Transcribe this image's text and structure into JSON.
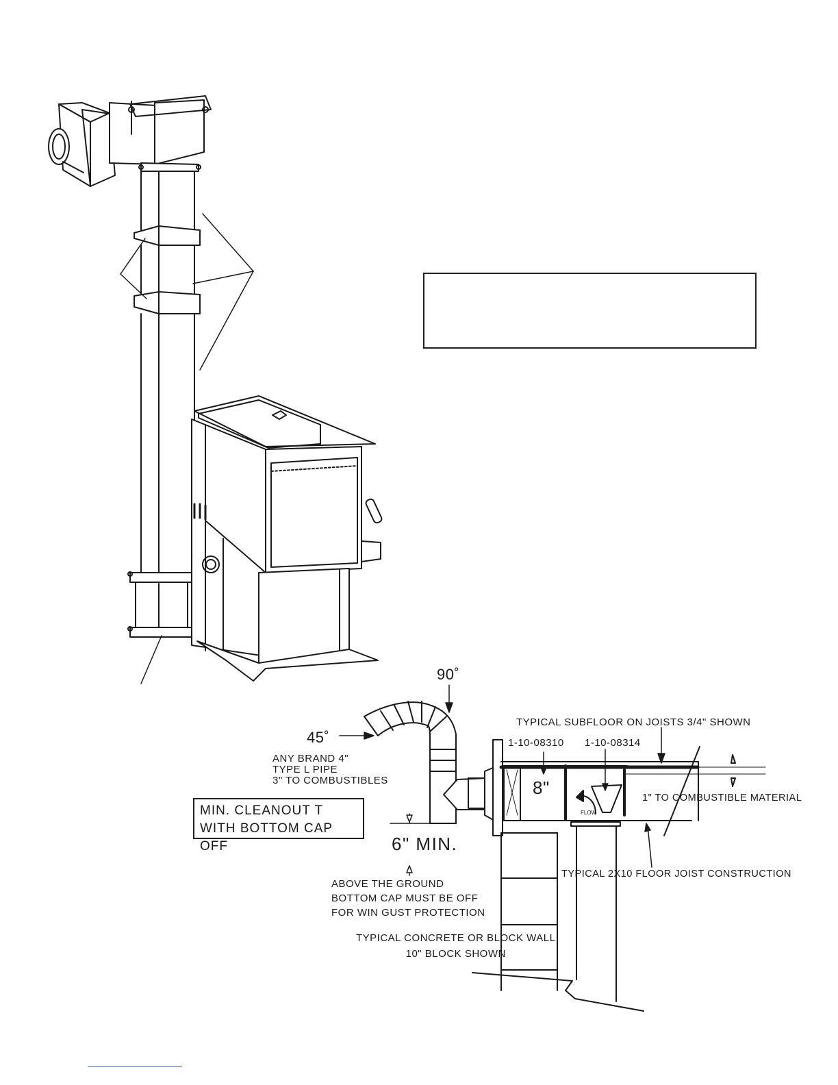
{
  "labels": {
    "angle_90": "90˚",
    "angle_45": "45˚",
    "pipe_note": [
      "ANY BRAND 4\"",
      "TYPE L PIPE",
      "3\" TO COMBUSTIBLES"
    ],
    "cleanout_box": [
      "MIN.    CLEANOUT T",
      "WITH BOTTOM CAP OFF"
    ],
    "six_min": "6\" MIN.",
    "ground_note": [
      "ABOVE THE GROUND",
      "BOTTOM CAP MUST BE OFF",
      "FOR WIN   GUST PROTECTION"
    ],
    "subfloor": "TYPICAL SUBFLOOR ON JOISTS 3/4\" SHOWN",
    "part_a": "1-10-08310",
    "part_b": "1-10-08314",
    "eight_in": "8\"",
    "combustible": "1\" TO COMBUSTIBLE MATERIAL",
    "flow": "FLOW",
    "joist": "TYPICAL 2X10 FLOOR JOIST CONSTRUCTION",
    "wall": [
      "TYPICAL CONCRETE OR BLOCK WALL",
      "10\" BLOCK SHOWN"
    ]
  },
  "notice_box": ""
}
